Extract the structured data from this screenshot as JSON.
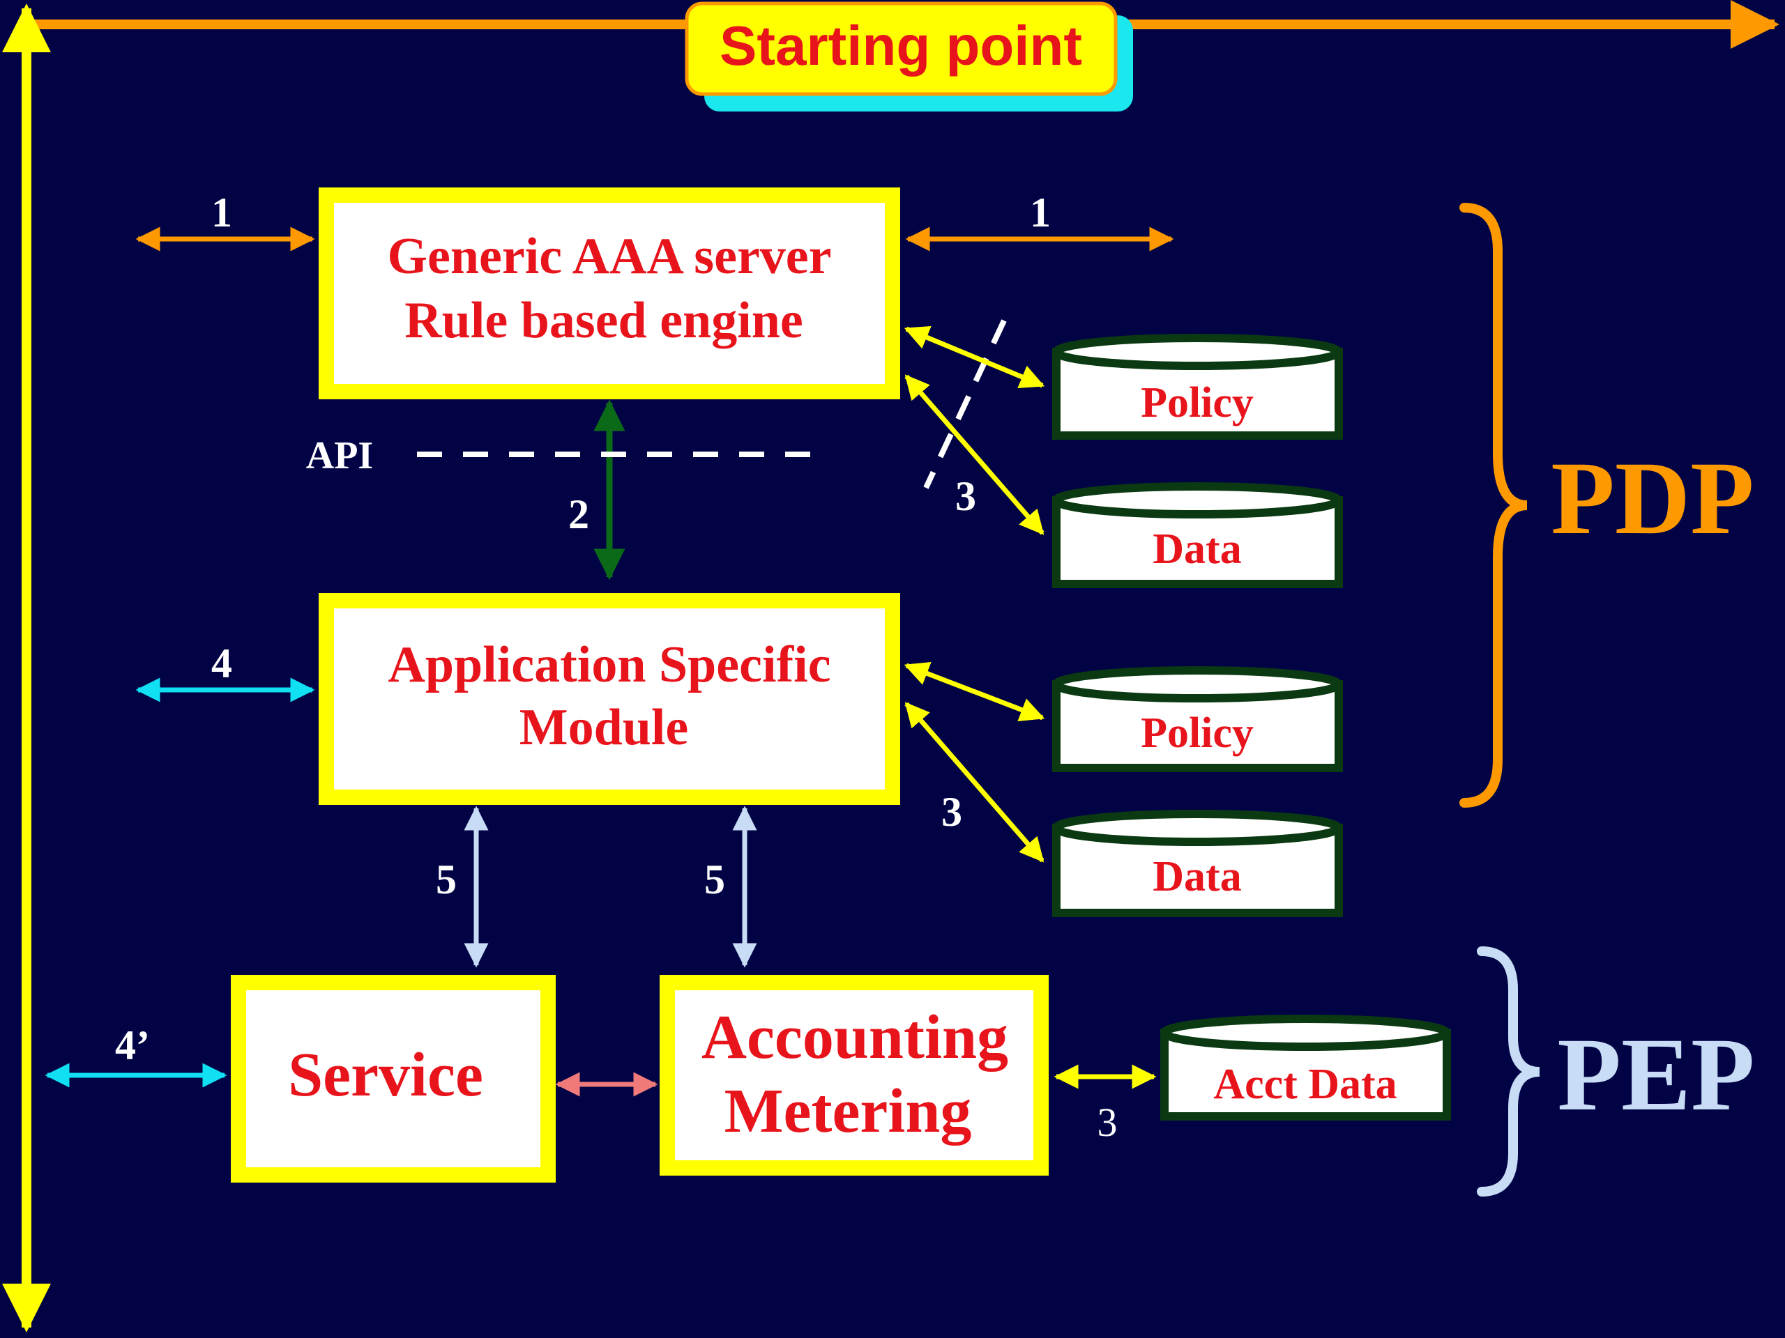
{
  "title_badge": {
    "label": "Starting point"
  },
  "boxes": {
    "generic_aaa": {
      "line1": "Generic AAA server",
      "line2": "Rule based engine"
    },
    "app_specific": {
      "line1": "Application Specific",
      "line2": "Module"
    },
    "service": {
      "label": "Service"
    },
    "accounting": {
      "line1": "Accounting",
      "line2": "Metering"
    }
  },
  "stores": {
    "policy_1": "Policy",
    "data_1": "Data",
    "policy_2": "Policy",
    "data_2": "Data",
    "acct_data": "Acct Data"
  },
  "labels": {
    "api": "API",
    "n1_left": "1",
    "n1_right": "1",
    "n2": "2",
    "n3_top": "3",
    "n3_mid": "3",
    "n3_acct": "3",
    "n4": "4",
    "n4_prime": "4’",
    "n5_left": "5",
    "n5_right": "5"
  },
  "groups": {
    "pdp": "PDP",
    "pep": "PEP"
  },
  "colors": {
    "background": "#010345",
    "box_border": "#ffff00",
    "box_text": "#e8141c",
    "orange": "#ff9900",
    "cyan": "#11e0f2",
    "yellow": "#ffff00",
    "green": "#0b6a18",
    "light_blue": "#c8dcf5",
    "pink": "#f07a7a",
    "store_border": "#0b3a12",
    "pep_blue": "#c8dcf5"
  }
}
